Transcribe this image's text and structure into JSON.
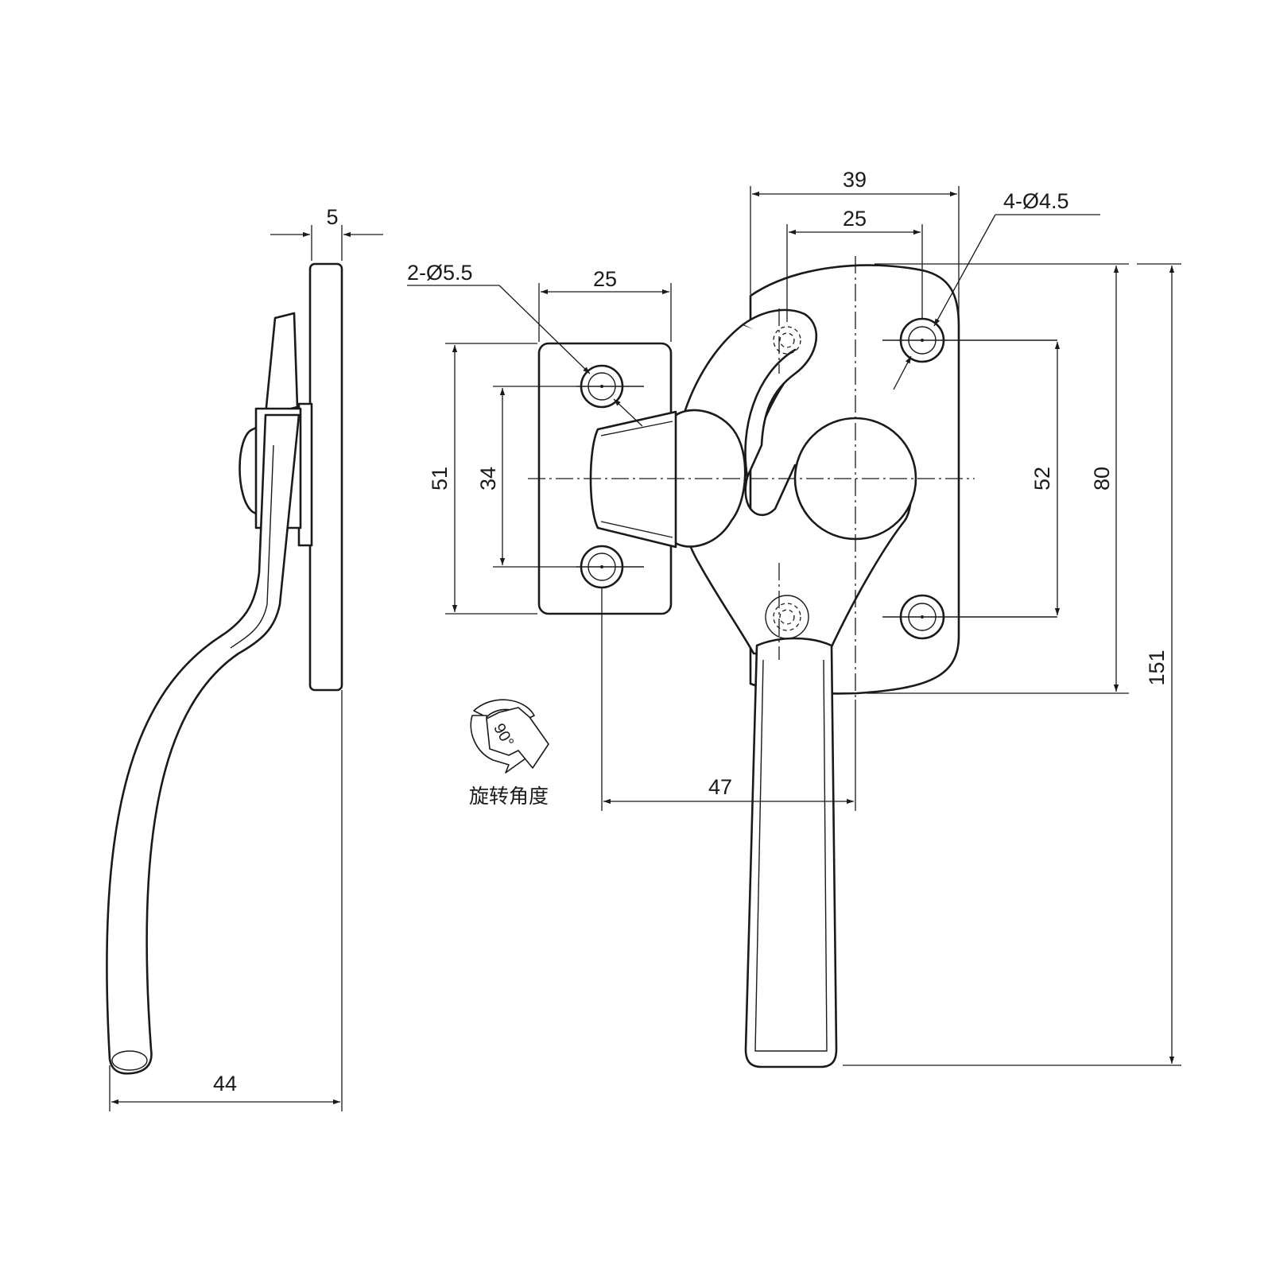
{
  "dimensions": {
    "plate_thickness": "5",
    "side_depth": "44",
    "hole_label_left": "2-Ø5.5",
    "hole_label_right": "4-Ø4.5",
    "keeper_width": "25",
    "keeper_height": "51",
    "keeper_hole_spacing": "34",
    "plate_width": "39",
    "plate_hole_spacing_x": "25",
    "plate_hole_spacing_y": "52",
    "plate_height": "80",
    "total_height": "151",
    "handle_offset": "47"
  },
  "rotation": {
    "angle": "90°",
    "caption": "旋转角度"
  }
}
